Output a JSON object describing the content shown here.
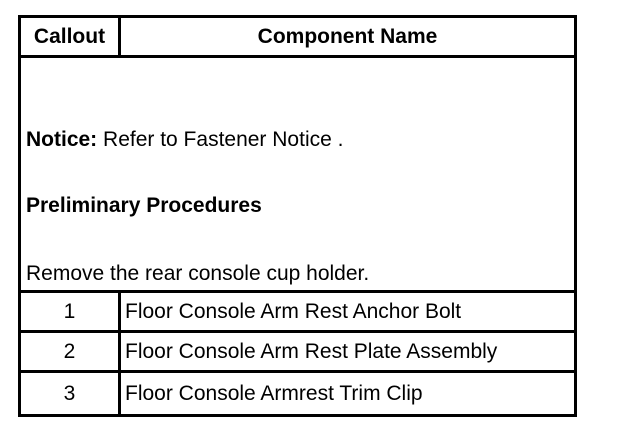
{
  "table": {
    "header": {
      "callout": "Callout",
      "component_name": "Component Name"
    },
    "notes": {
      "notice_label": "Notice:",
      "notice_text": " Refer to Fastener Notice .",
      "preliminary_heading": "Preliminary Procedures",
      "preliminary_text": "Remove the rear console cup holder."
    },
    "rows": [
      {
        "callout": "1",
        "name": "Floor Console Arm Rest Anchor Bolt"
      },
      {
        "callout": "2",
        "name": "Floor Console Arm Rest Plate Assembly"
      },
      {
        "callout": "3",
        "name": "Floor Console Armrest Trim Clip"
      }
    ]
  }
}
